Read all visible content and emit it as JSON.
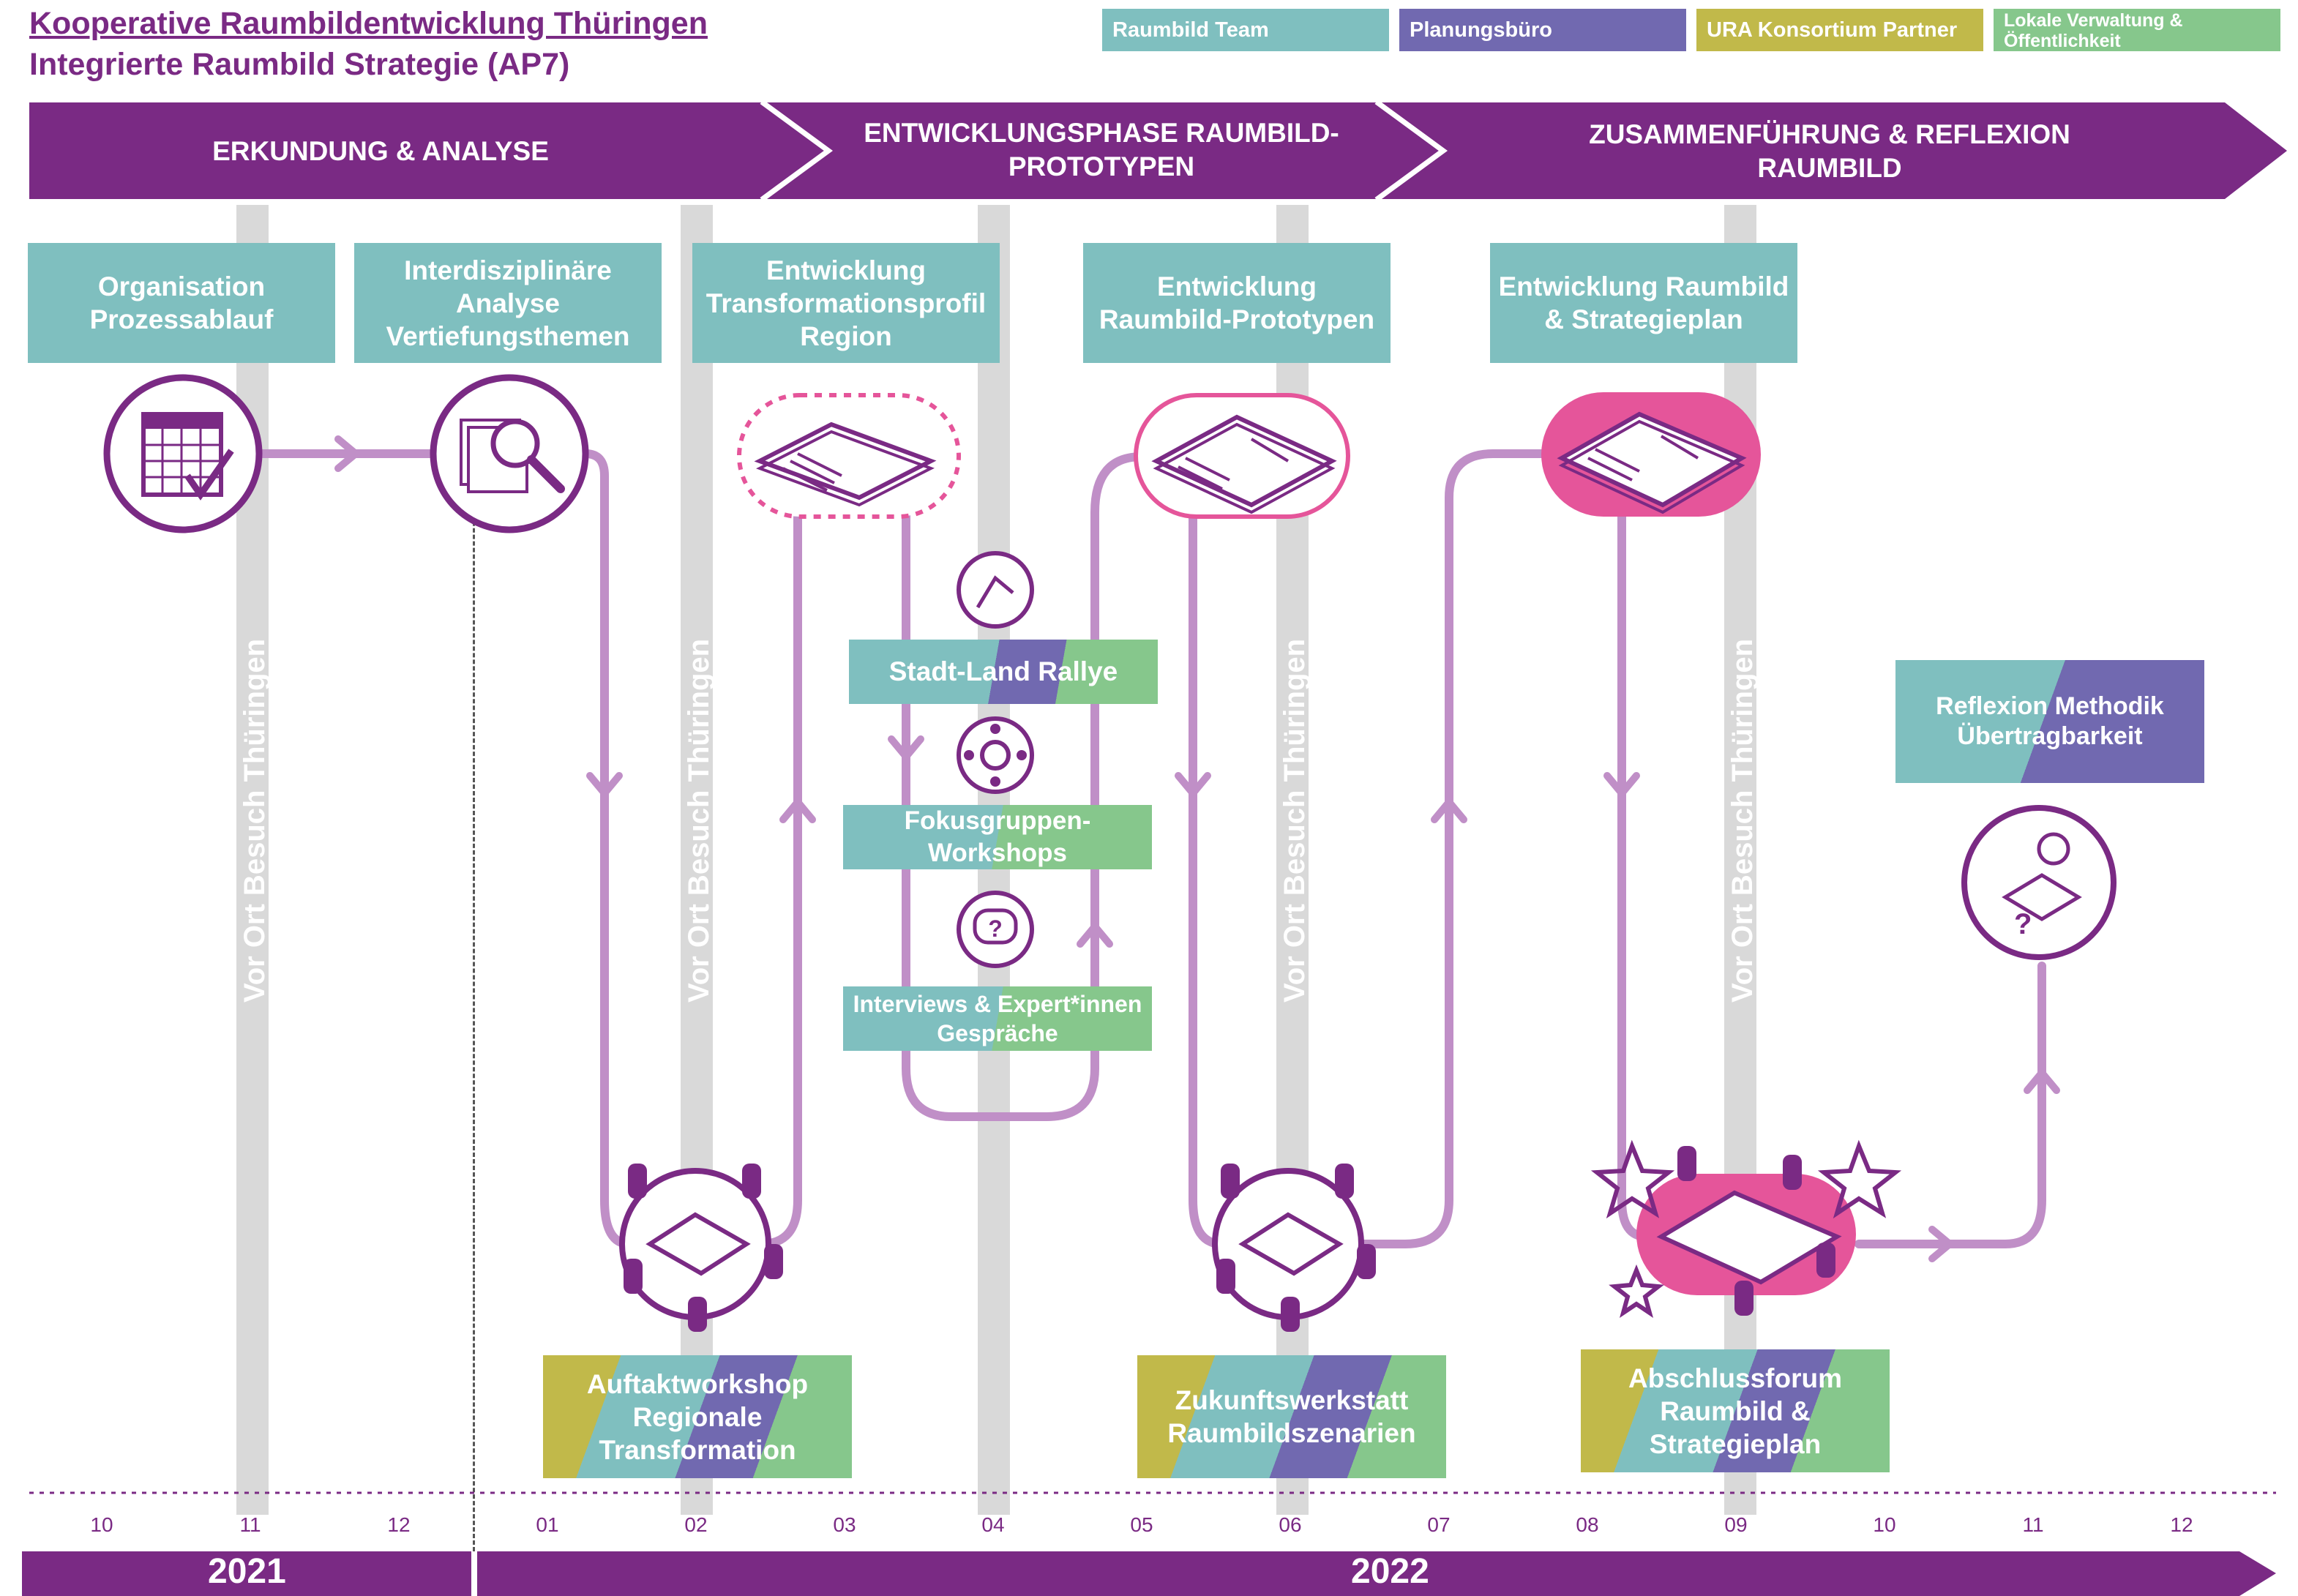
{
  "header": {
    "title": "Kooperative Raumbildentwicklung Thüringen",
    "subtitle": "Integrierte Raumbild Strategie (AP7)"
  },
  "legend": [
    {
      "label": "Raumbild Team",
      "color": "#7fbfbf"
    },
    {
      "label": "Planungsbüro",
      "color": "#7169b0"
    },
    {
      "label": "URA Konsortium Partner",
      "color": "#c1b94a"
    },
    {
      "label": "Lokale Verwaltung & Öffentlichkeit",
      "color": "#86c78c"
    }
  ],
  "phases": [
    {
      "label": "ERKUNDUNG & ANALYSE"
    },
    {
      "label": "ENTWICKLUNGSPHASE RAUMBILD-PROTOTYPEN"
    },
    {
      "label": "ZUSAMMENFÜHRUNG & REFLEXION RAUMBILD"
    }
  ],
  "site_visit_label": "Vor Ort Besuch Thüringen",
  "top_boxes": [
    "Organisation Prozessablauf",
    "Interdisziplinäre Analyse Vertiefungsthemen",
    "Entwicklung Transformationsprofil Region",
    "Entwicklung Raumbild-Prototypen",
    "Entwicklung Raumbild & Strategieplan"
  ],
  "methods": [
    "Stadt-Land Rallye",
    "Fokusgruppen-Workshops",
    "Interviews & Expert*innen Gespräche"
  ],
  "reflection_box": "Reflexion Methodik Übertragbarkeit",
  "workshops": [
    "Auftaktworkshop Regionale Transformation",
    "Zukunftswerkstatt Raumbildszenarien",
    "Abschlussforum Raumbild & Strategieplan"
  ],
  "timeline": {
    "months": [
      "10",
      "11",
      "12",
      "01",
      "02",
      "03",
      "04",
      "05",
      "06",
      "07",
      "08",
      "09",
      "10",
      "11",
      "12"
    ],
    "years": [
      "2021",
      "2022"
    ]
  },
  "colors": {
    "purple": "#7a2a84",
    "flow": "#c08fc7",
    "teal": "#7fbfbf",
    "violet": "#7169b0",
    "olive": "#c1b94a",
    "green": "#86c78c",
    "pink": "#e5559a"
  }
}
